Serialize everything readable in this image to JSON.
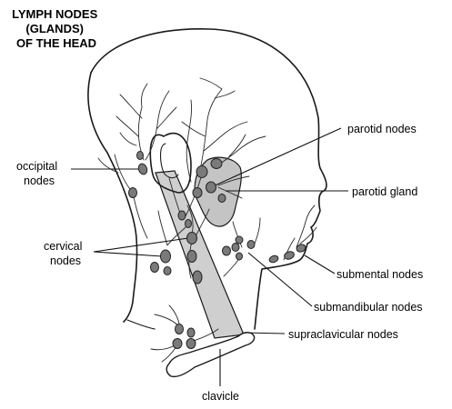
{
  "title": [
    "LYMPH NODES",
    "(GLANDS)",
    "OF THE HEAD"
  ],
  "labels": {
    "parotid_nodes": "parotid nodes",
    "occipital_nodes": [
      "occipital",
      "nodes"
    ],
    "parotid_gland": "parotid gland",
    "cervical_nodes": [
      "cervical",
      "nodes"
    ],
    "submental_nodes": "submental nodes",
    "submandibular_nodes": "submandibular nodes",
    "supraclavicular_nodes": "supraclavicular nodes",
    "clavicle": "clavicle"
  },
  "colors": {
    "line": "#1a1a1a",
    "node_fill": "#7a7a7a",
    "gland_fill": "#c4c4c4",
    "muscle_fill": "#cfcfcf",
    "background": "#ffffff"
  }
}
